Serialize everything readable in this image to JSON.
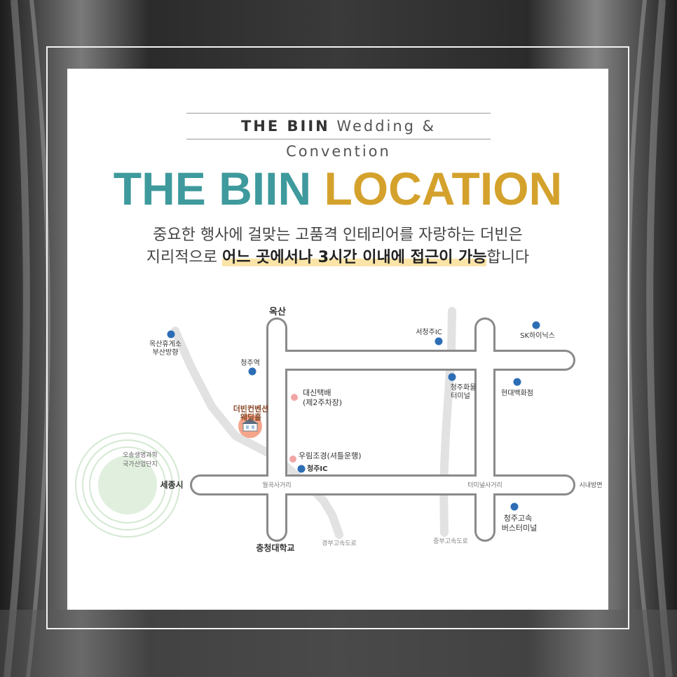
{
  "header": {
    "brand": "THE BIIN",
    "subtitle": "Wedding & Convention"
  },
  "title": {
    "part1": "THE BIIN",
    "part2": "LOCATION"
  },
  "description": {
    "line1": "중요한 행사에 걸맞는 고품격 인테리어를 자랑하는 더빈은",
    "line2_prefix": "지리적으로 ",
    "line2_highlight": "어느 곳에서나 3시간 이내에 접근이 가능",
    "line2_suffix": "합니다"
  },
  "map": {
    "colors": {
      "road": "#8a8a8a",
      "highway": "#e3e3e3",
      "marker": "#2d6db5",
      "pink": "#f2a5a5",
      "venue": "#f5a58a",
      "circle": "#d4e8d2"
    },
    "labels": {
      "oksan": "옥산",
      "oksan_rest": [
        "옥산휴게소",
        "부산방향"
      ],
      "cheongju_station": "청주역",
      "venue": [
        "더빈컨벤션",
        "웨딩홀"
      ],
      "daesin": [
        "대신택배",
        "(제2주차장)"
      ],
      "urim": "우림조경(셔틀운행)",
      "cheongju_ic": "청주IC",
      "seocheongju_ic": "서청주IC",
      "sk_hynix": "SK하이닉스",
      "cargo_terminal": [
        "청주화물",
        "터미널"
      ],
      "hyundai": "현대백화점",
      "osong": [
        "오송생명과학",
        "국가산업단지"
      ],
      "sejong": "세종시",
      "wolgok": "월곡사거리",
      "terminal_cross": "터미널사거리",
      "city_dir": "시내방면",
      "express_bus": [
        "청주고속",
        "버스터미널"
      ],
      "chungcheong_univ": "충청대학교",
      "gyeongbu": "경부고속도로",
      "jungbu": "중부고속도로"
    }
  }
}
